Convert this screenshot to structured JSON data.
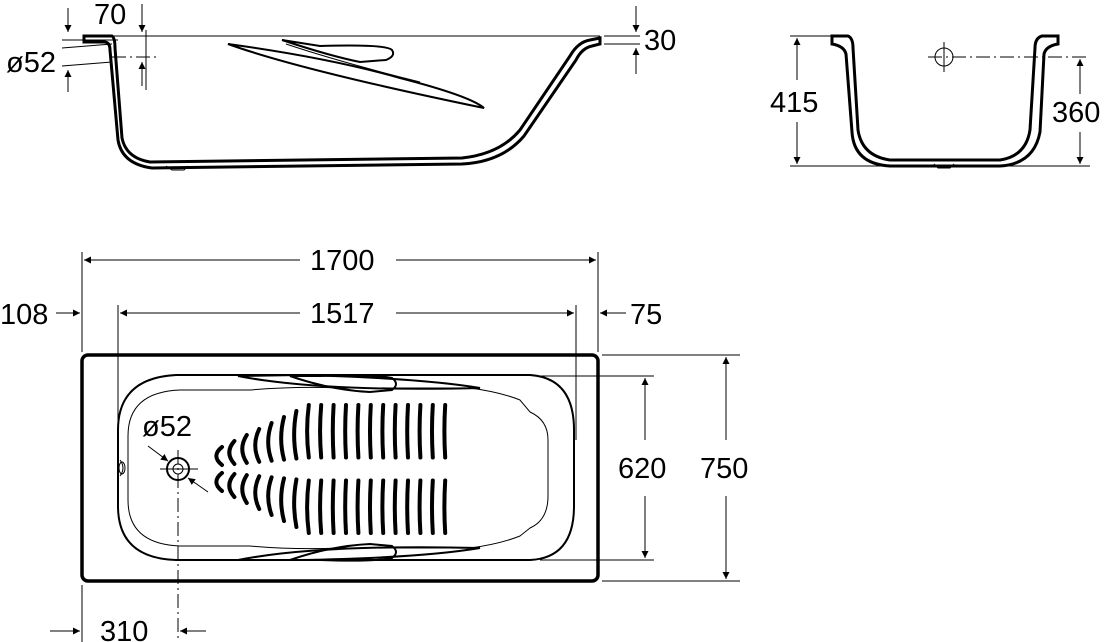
{
  "side_view": {
    "rim_offset": "70",
    "overflow_diameter": "ø52",
    "rim_thickness": "30"
  },
  "end_view": {
    "total_height": "415",
    "overflow_height": "360"
  },
  "plan_view": {
    "overall_length": "1700",
    "inner_length": "1517",
    "left_rim": "108",
    "right_rim": "75",
    "drain_diameter": "ø52",
    "inner_width": "620",
    "overall_width": "750",
    "drain_offset": "310"
  }
}
